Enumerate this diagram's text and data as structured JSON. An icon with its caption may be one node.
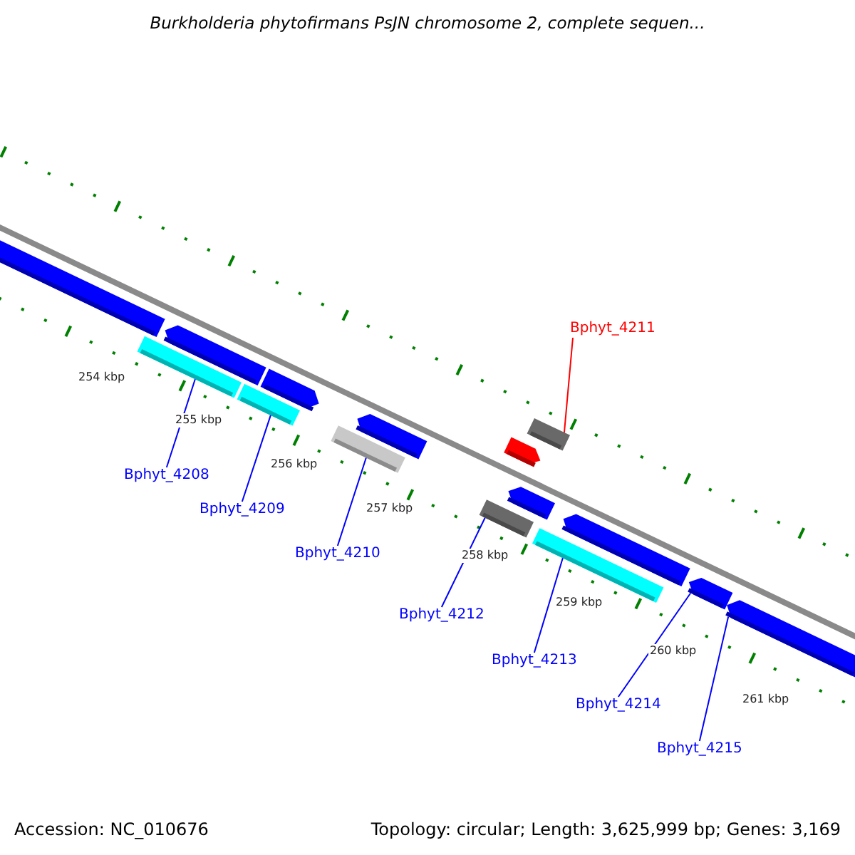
{
  "diagram": {
    "title": "Burkholderia phytofirmans PsJN chromosome 2, complete sequen...",
    "nodes": [
      {
        "text": [
          "Bphyt_4208"
        ]
      },
      {
        "text": [
          "Bphyt_4209"
        ]
      },
      {
        "text": [
          "Bphyt_4210"
        ]
      },
      {
        "text": [
          "Bphyt_4211"
        ]
      },
      {
        "text": [
          "Bphyt_4212"
        ]
      },
      {
        "text": [
          "Bphyt_4213"
        ]
      },
      {
        "text": [
          "Bphyt_4214"
        ]
      },
      {
        "text": [
          "Bphyt_4215"
        ]
      },
      {
        "text": [],
        "shape": "bar"
      },
      {
        "text": [],
        "shape": "arrow"
      },
      {
        "text": [],
        "shape": "arrow"
      },
      {
        "text": [],
        "shape": "bar"
      },
      {
        "text": [],
        "shape": "bar"
      },
      {
        "text": [],
        "shape": "bar"
      },
      {
        "text": [],
        "shape": "arrow"
      },
      {
        "text": [],
        "shape": "bar"
      },
      {
        "text": [],
        "shape": "arrow"
      },
      {
        "text": [],
        "shape": "arrow"
      },
      {
        "text": [],
        "shape": "bar"
      },
      {
        "text": [],
        "shape": "arrow"
      },
      {
        "text": [],
        "shape": "bar"
      },
      {
        "text": [],
        "shape": "arrow"
      },
      {
        "text": [],
        "shape": "arrow"
      }
    ],
    "edges": [
      {
        "from": 0,
        "to": 11,
        "arrow": "none"
      },
      {
        "from": 1,
        "to": 12,
        "arrow": "none"
      },
      {
        "from": 2,
        "to": 13,
        "arrow": "none"
      },
      {
        "from": 3,
        "to": 15,
        "arrow": "none",
        "color": "#ff0000"
      },
      {
        "from": 4,
        "to": 18,
        "arrow": "none"
      },
      {
        "from": 5,
        "to": 20,
        "arrow": "none"
      },
      {
        "from": 6,
        "to": 21,
        "arrow": "none"
      },
      {
        "from": 7,
        "to": 22,
        "arrow": "none"
      }
    ],
    "labels": [
      "254 kbp",
      "255 kbp",
      "256 kbp",
      "257 kbp",
      "258 kbp",
      "259 kbp",
      "260 kbp",
      "261 kbp",
      "Accession: NC_010676",
      "Topology: circular; Length: 3,625,999 bp; Genes: 3,169"
    ]
  }
}
